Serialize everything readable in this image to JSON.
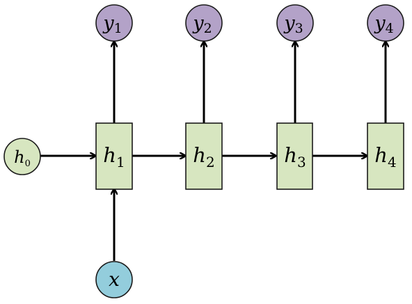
{
  "colors": {
    "hidden_fill": "#d7e6c0",
    "output_fill": "#b3a2c8",
    "input_fill": "#93cddc",
    "initial_fill": "#d7e6c0",
    "edge": "#000000"
  },
  "nodes": {
    "h0": {
      "base": "h",
      "sub": "0"
    },
    "x": {
      "base": "x",
      "sub": ""
    },
    "h1": {
      "base": "h",
      "sub": "1"
    },
    "h2": {
      "base": "h",
      "sub": "2"
    },
    "h3": {
      "base": "h",
      "sub": "3"
    },
    "h4": {
      "base": "h",
      "sub": "4"
    },
    "y1": {
      "base": "y",
      "sub": "1"
    },
    "y2": {
      "base": "y",
      "sub": "2"
    },
    "y3": {
      "base": "y",
      "sub": "3"
    },
    "y4": {
      "base": "y",
      "sub": "4"
    }
  },
  "edges": [
    {
      "from": "h0",
      "to": "h1"
    },
    {
      "from": "h1",
      "to": "h2"
    },
    {
      "from": "h2",
      "to": "h3"
    },
    {
      "from": "h3",
      "to": "h4"
    },
    {
      "from": "x",
      "to": "h1"
    },
    {
      "from": "h1",
      "to": "y1"
    },
    {
      "from": "h2",
      "to": "y2"
    },
    {
      "from": "h3",
      "to": "y3"
    },
    {
      "from": "h4",
      "to": "y4"
    }
  ]
}
